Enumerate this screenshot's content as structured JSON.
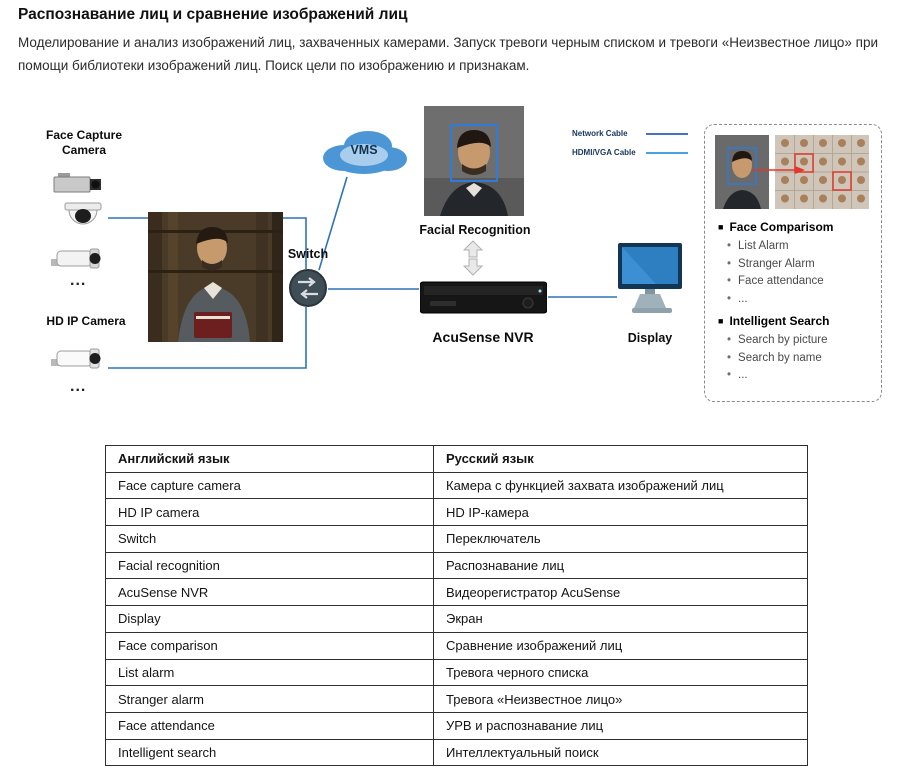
{
  "header": {
    "title": "Распознавание лиц и сравнение изображений лиц",
    "description": "Моделирование и анализ изображений лиц, захваченных камерами. Запуск тревоги черным списком и тревоги «Неизвестное лицо» при помощи библиотеки изображений лиц. Поиск цели по изображению и признакам."
  },
  "diagram": {
    "face_capture_camera_label": "Face Capture Camera",
    "hd_ip_camera_label": "HD IP Camera",
    "ellipsis_top": "...",
    "ellipsis_bottom": "...",
    "vms_label": "VMS",
    "switch_label": "Switch",
    "facial_recognition_label": "Facial Recognition",
    "nvr_label": "AcuSense NVR",
    "display_label": "Display",
    "legend": {
      "network_cable": "Network Cable",
      "hdmi_vga_cable": "HDMI/VGA Cable"
    },
    "features": {
      "section1_title": "Face Comparisom",
      "section1_items": [
        "List Alarm",
        "Stranger Alarm",
        "Face attendance",
        "..."
      ],
      "section2_title": "Intelligent Search",
      "section2_items": [
        "Search by picture",
        "Search by name",
        "..."
      ]
    },
    "colors": {
      "line_blue": "#2e74b5",
      "cloud_blue": "#4d96d6",
      "match_arrow_red": "#e0382c",
      "detection_box_blue": "#2f7bd6",
      "screen_blue": "#2e7fc2"
    }
  },
  "icons": {
    "bullet": "•",
    "square": "■"
  },
  "table": {
    "headers": [
      "Английский язык",
      "Русский язык"
    ],
    "rows": [
      [
        "Face capture camera",
        "Камера с функцией захвата изображений лиц"
      ],
      [
        "HD IP camera",
        "HD IP-камера"
      ],
      [
        "Switch",
        "Переключатель"
      ],
      [
        "Facial recognition",
        "Распознавание лиц"
      ],
      [
        "AcuSense NVR",
        "Видеорегистратор AcuSense"
      ],
      [
        "Display",
        "Экран"
      ],
      [
        "Face comparison",
        "Сравнение изображений лиц"
      ],
      [
        "List alarm",
        "Тревога черного списка"
      ],
      [
        "Stranger alarm",
        "Тревога «Неизвестное лицо»"
      ],
      [
        "Face attendance",
        "УРВ и распознавание лиц"
      ],
      [
        "Intelligent search",
        "Интеллектуальный поиск"
      ]
    ]
  }
}
